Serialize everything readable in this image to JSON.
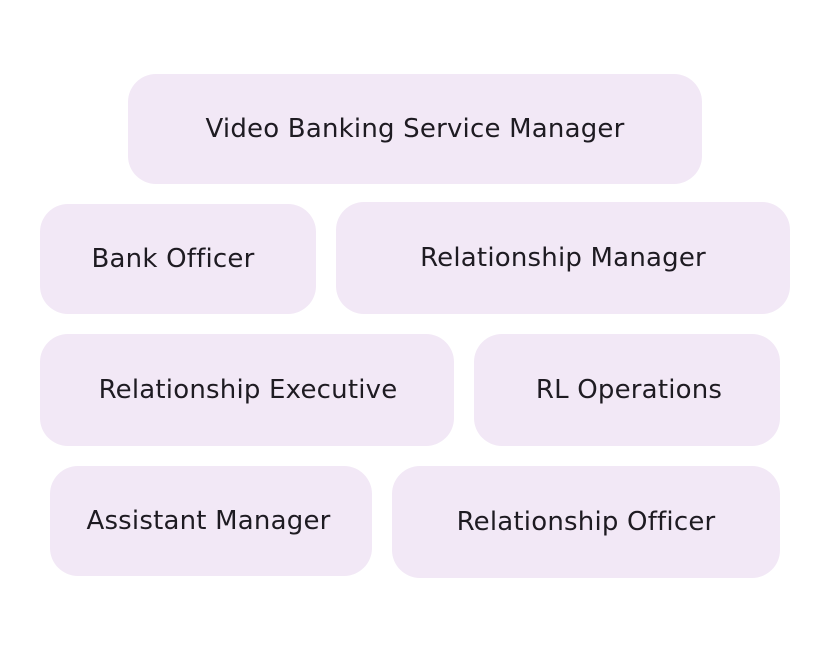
{
  "colors": {
    "chip_background": "#f2e8f6",
    "chip_text": "#1e1b22"
  },
  "tags": [
    {
      "label": "Video Banking Service Manager"
    },
    {
      "label": "Bank Officer"
    },
    {
      "label": "Relationship Manager"
    },
    {
      "label": "Relationship Executive"
    },
    {
      "label": "RL Operations"
    },
    {
      "label": "Assistant Manager"
    },
    {
      "label": "Relationship Officer"
    }
  ]
}
